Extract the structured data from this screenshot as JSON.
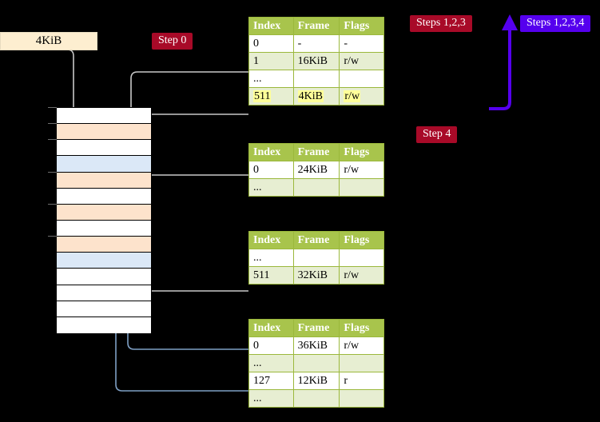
{
  "labels": {
    "kib_box": "4KiB",
    "step0": "Step 0",
    "step4": "Step 4",
    "steps123": "Steps 1,2,3",
    "steps1234": "Steps 1,2,3,4"
  },
  "colors": {
    "badge_red": "#a80a28",
    "badge_purple": "#5500ee",
    "table_header": "#a8c44c",
    "table_alt_row": "#e7eed2",
    "table_border": "#9bb83c",
    "highlight": "#ffff99",
    "mem_orange": "#fde3cc",
    "mem_blue": "#dbe8f7",
    "kib_box_fill": "#fdeed0",
    "connector_gray": "#b8b8b8",
    "connector_blue": "#7e9fc4"
  },
  "tables": [
    {
      "id": "pml4",
      "headers": [
        "Index",
        "Frame",
        "Flags"
      ],
      "rows": [
        {
          "cells": [
            "0",
            "-",
            "-"
          ],
          "alt": false,
          "highlight": false
        },
        {
          "cells": [
            "1",
            "16KiB",
            "r/w"
          ],
          "alt": true,
          "highlight": false
        },
        {
          "cells": [
            "...",
            "",
            ""
          ],
          "alt": false,
          "highlight": false
        },
        {
          "cells": [
            "511",
            "4KiB",
            "r/w"
          ],
          "alt": true,
          "highlight": true
        }
      ]
    },
    {
      "id": "pdpt",
      "headers": [
        "Index",
        "Frame",
        "Flags"
      ],
      "rows": [
        {
          "cells": [
            "0",
            "24KiB",
            "r/w"
          ],
          "alt": false,
          "highlight": false
        },
        {
          "cells": [
            "...",
            "",
            ""
          ],
          "alt": true,
          "highlight": false
        }
      ]
    },
    {
      "id": "pd",
      "headers": [
        "Index",
        "Frame",
        "Flags"
      ],
      "rows": [
        {
          "cells": [
            "...",
            "",
            ""
          ],
          "alt": false,
          "highlight": false
        },
        {
          "cells": [
            "511",
            "32KiB",
            "r/w"
          ],
          "alt": true,
          "highlight": false
        }
      ]
    },
    {
      "id": "pt",
      "headers": [
        "Index",
        "Frame",
        "Flags"
      ],
      "rows": [
        {
          "cells": [
            "0",
            "36KiB",
            "r/w"
          ],
          "alt": false,
          "highlight": false
        },
        {
          "cells": [
            "...",
            "",
            ""
          ],
          "alt": true,
          "highlight": false
        },
        {
          "cells": [
            "127",
            "12KiB",
            "r"
          ],
          "alt": false,
          "highlight": false
        },
        {
          "cells": [
            "...",
            "",
            ""
          ],
          "alt": true,
          "highlight": false
        }
      ]
    }
  ],
  "memory_rows": [
    {
      "fill": "white"
    },
    {
      "fill": "orange"
    },
    {
      "fill": "white"
    },
    {
      "fill": "blue"
    },
    {
      "fill": "orange"
    },
    {
      "fill": "white"
    },
    {
      "fill": "orange"
    },
    {
      "fill": "white"
    },
    {
      "fill": "orange"
    },
    {
      "fill": "blue"
    },
    {
      "fill": "white"
    },
    {
      "fill": "white"
    },
    {
      "fill": "white"
    },
    {
      "fill": "white"
    }
  ]
}
